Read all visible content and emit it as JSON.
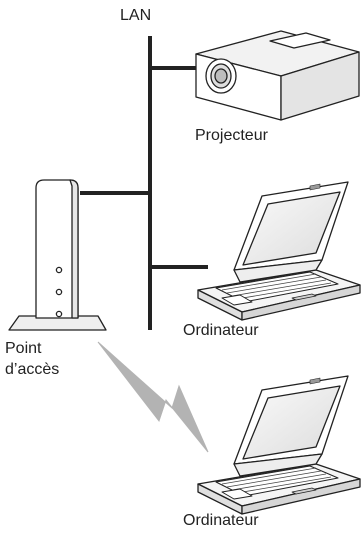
{
  "network": {
    "label": "LAN"
  },
  "devices": {
    "projector": {
      "label": "Projecteur"
    },
    "computer_wired": {
      "label": "Ordinateur"
    },
    "access_point": {
      "label_line1": "Point",
      "label_line2": "d’accès"
    },
    "computer_wireless": {
      "label": "Ordinateur"
    }
  },
  "colors": {
    "line": "#222222",
    "lightning_fill": "#b3b3b3",
    "device_fill": "#ffffff",
    "device_shade": "#e6e6e6"
  }
}
